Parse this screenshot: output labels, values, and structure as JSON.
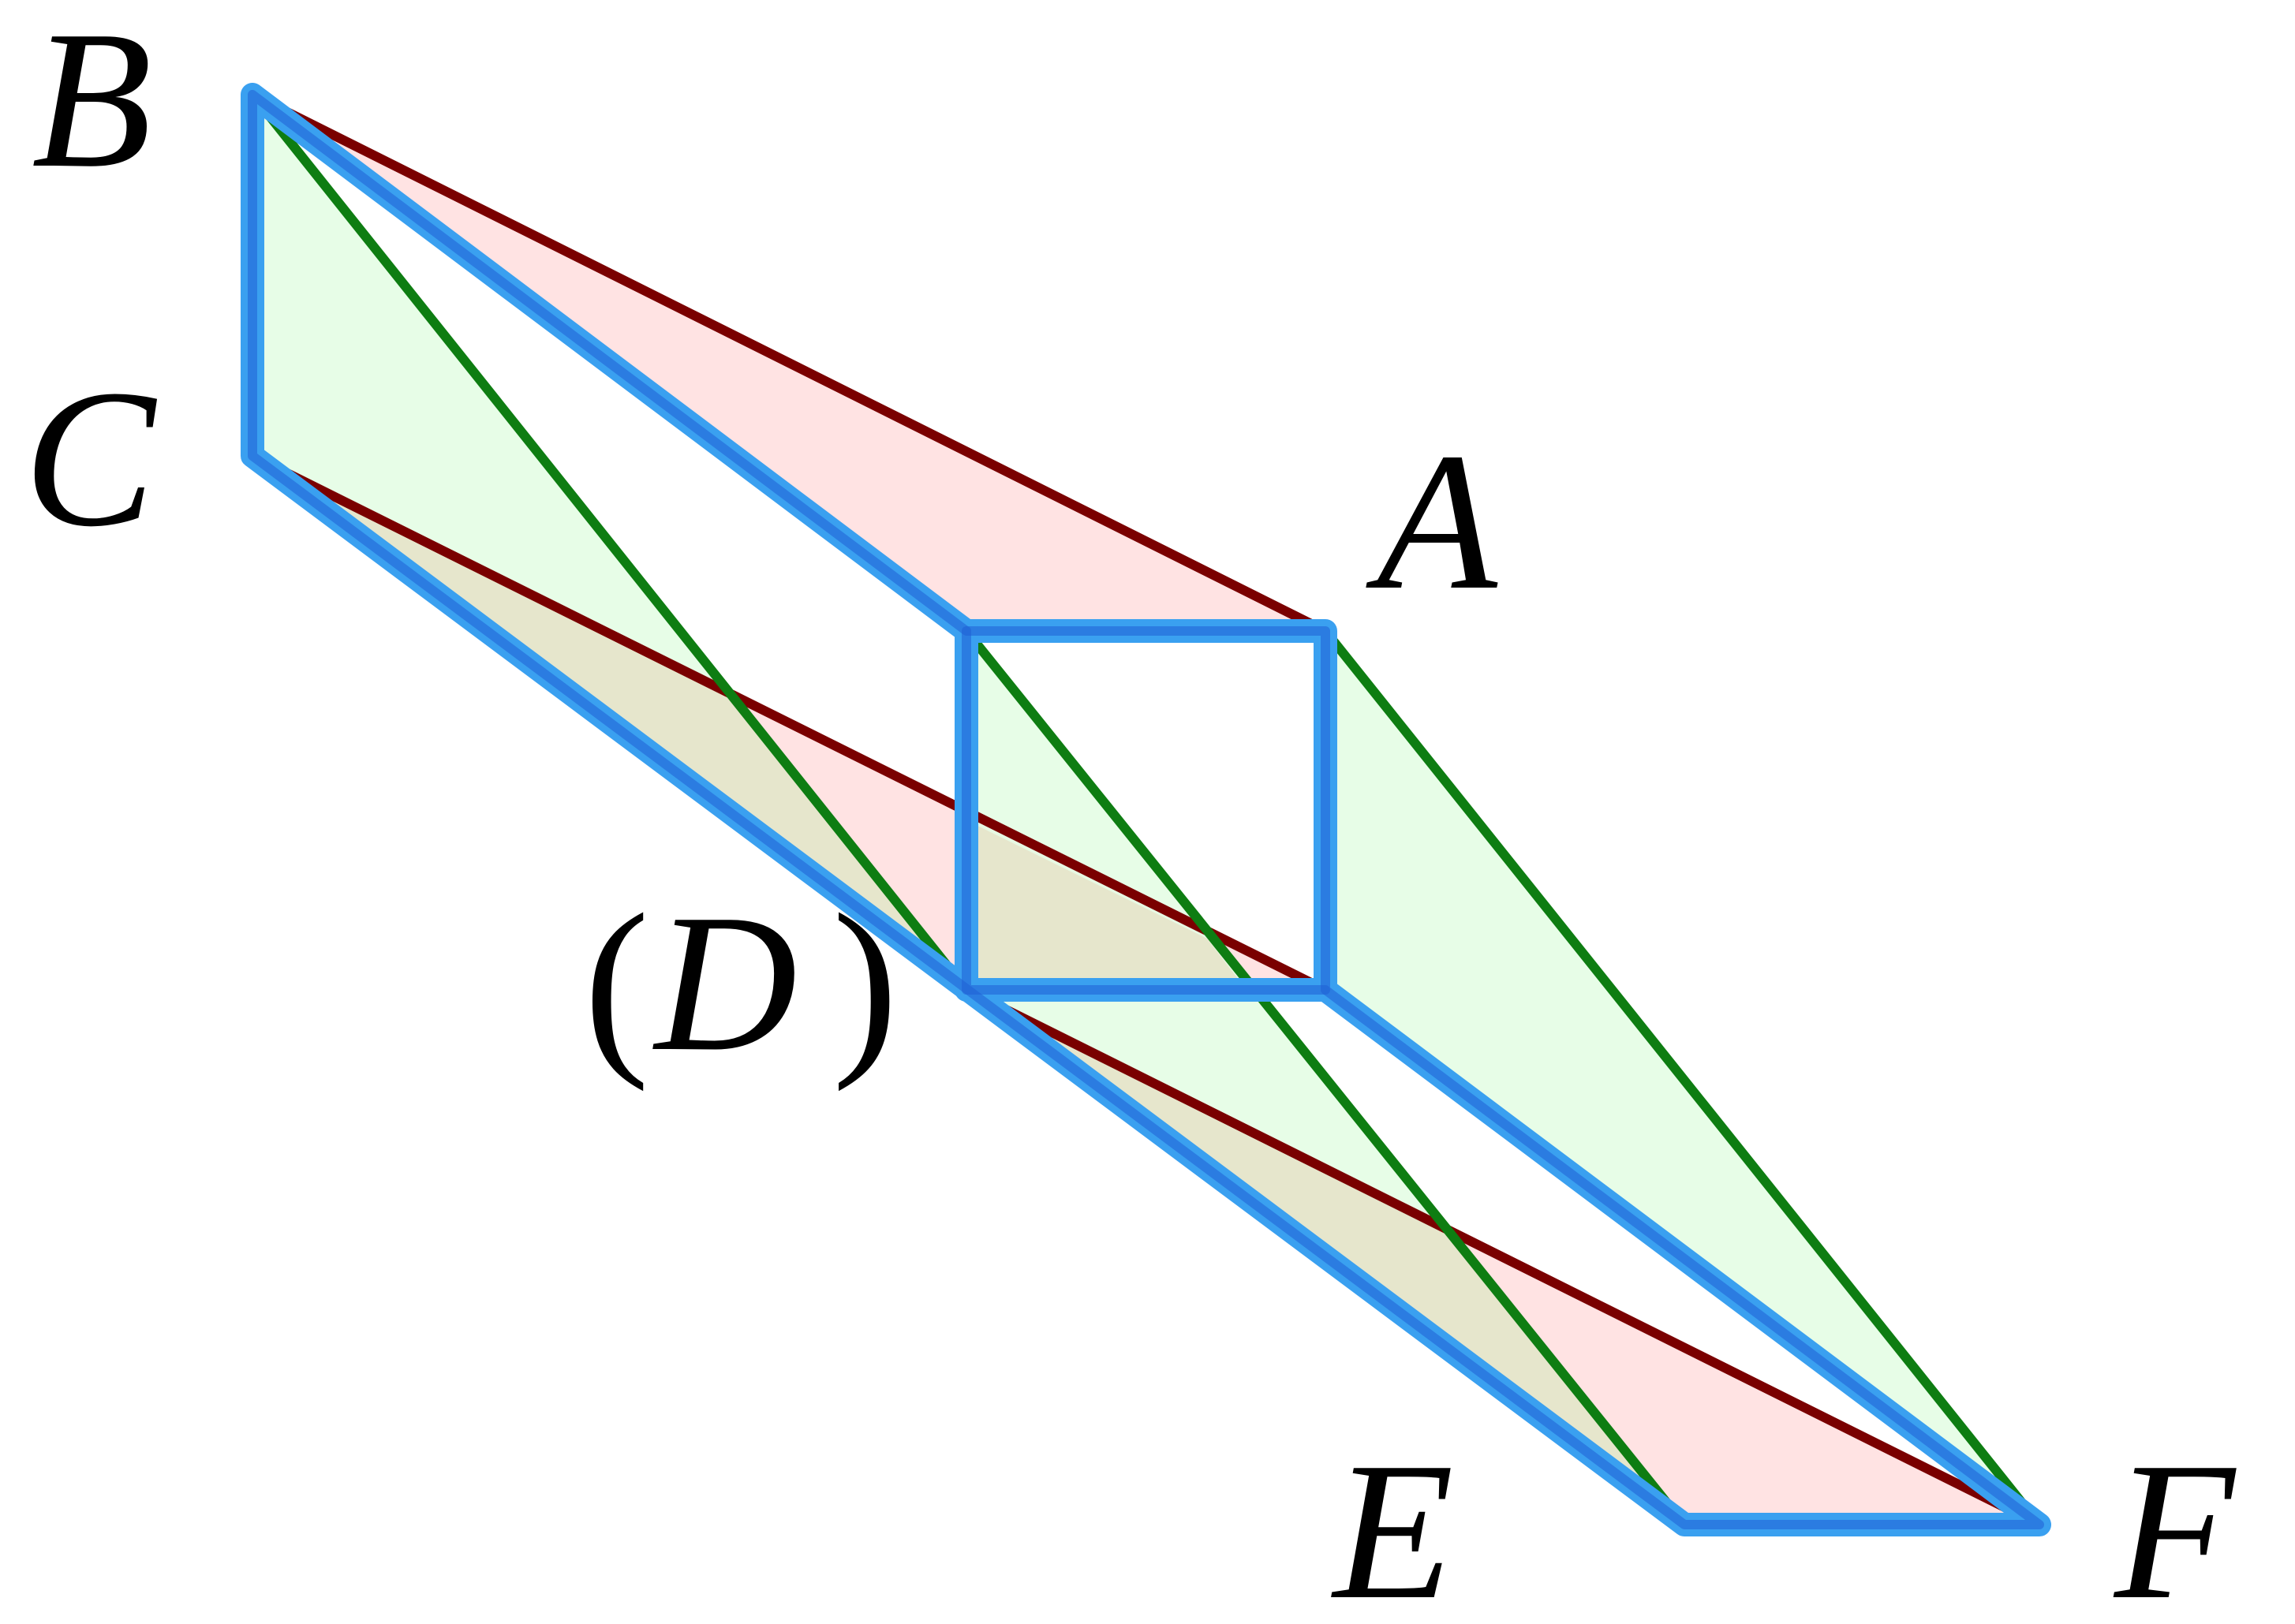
{
  "labels": {
    "A": "A",
    "B": "B",
    "C": "C",
    "D": "D",
    "D_open_paren": "(",
    "D_close_paren": ")",
    "E": "E",
    "F": "F"
  },
  "colors": {
    "pink_fill": "#ffe3e3",
    "green_fill": "#e3fde3",
    "overlap_fill": "#e6e6cc",
    "dark_red_line": "#7a0000",
    "green_line": "#0e7d12",
    "blue_light": "#3aa0f0",
    "blue_dark": "#1f5fd6",
    "label_color": "#000000"
  }
}
